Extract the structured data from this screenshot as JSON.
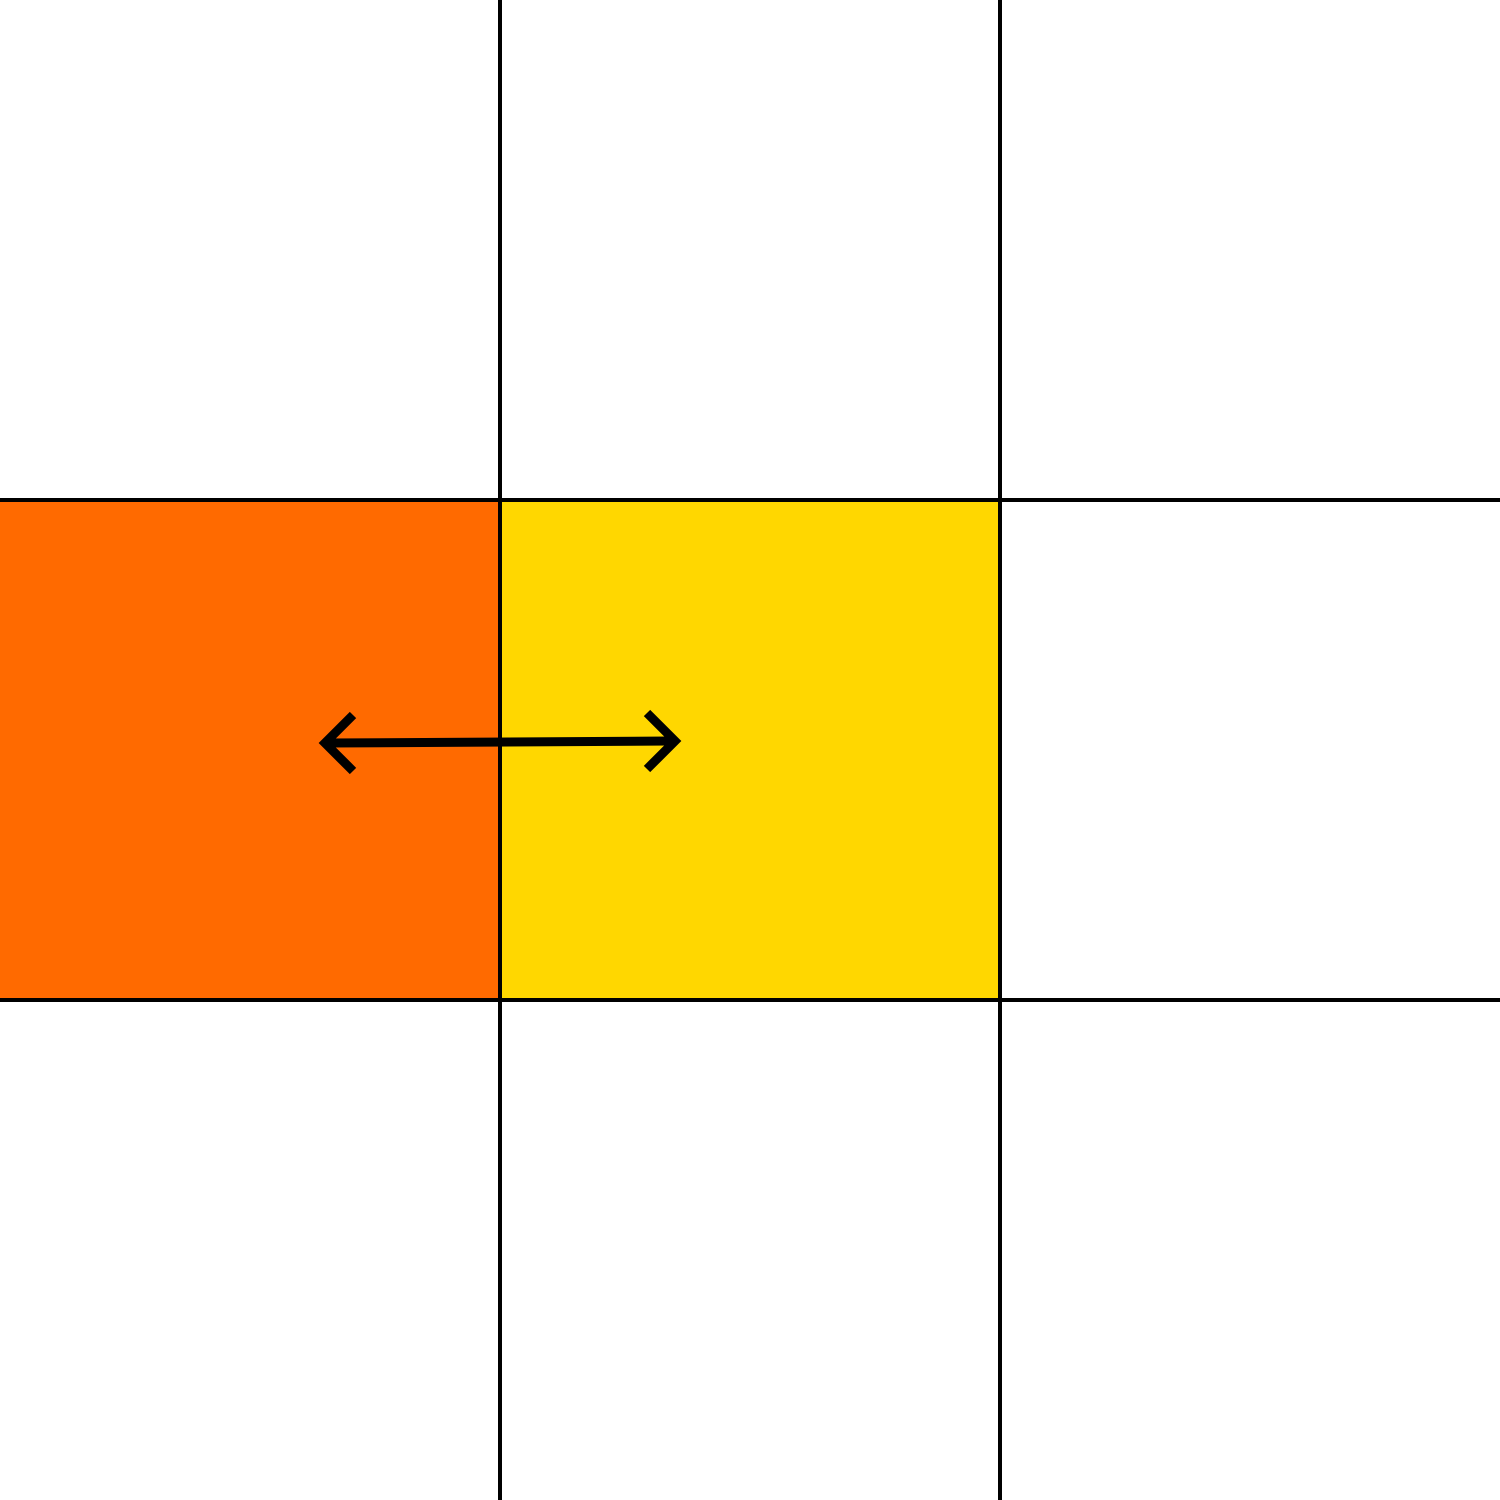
{
  "grid": {
    "rows": 3,
    "cols": 3,
    "line_color": "#000000",
    "cells": [
      {
        "row": 0,
        "col": 0,
        "fill": "#FFFFFF"
      },
      {
        "row": 0,
        "col": 1,
        "fill": "#FFFFFF"
      },
      {
        "row": 0,
        "col": 2,
        "fill": "#FFFFFF"
      },
      {
        "row": 1,
        "col": 0,
        "fill": "#FF6A00"
      },
      {
        "row": 1,
        "col": 1,
        "fill": "#FFD700"
      },
      {
        "row": 1,
        "col": 2,
        "fill": "#FFFFFF"
      },
      {
        "row": 2,
        "col": 0,
        "fill": "#FFFFFF"
      },
      {
        "row": 2,
        "col": 1,
        "fill": "#FFFFFF"
      },
      {
        "row": 2,
        "col": 2,
        "fill": "#FFFFFF"
      }
    ]
  },
  "swap_arrow": {
    "icon": "double-headed-arrow-icon",
    "between": [
      [
        1,
        0
      ],
      [
        1,
        1
      ]
    ],
    "color": "#000000"
  }
}
